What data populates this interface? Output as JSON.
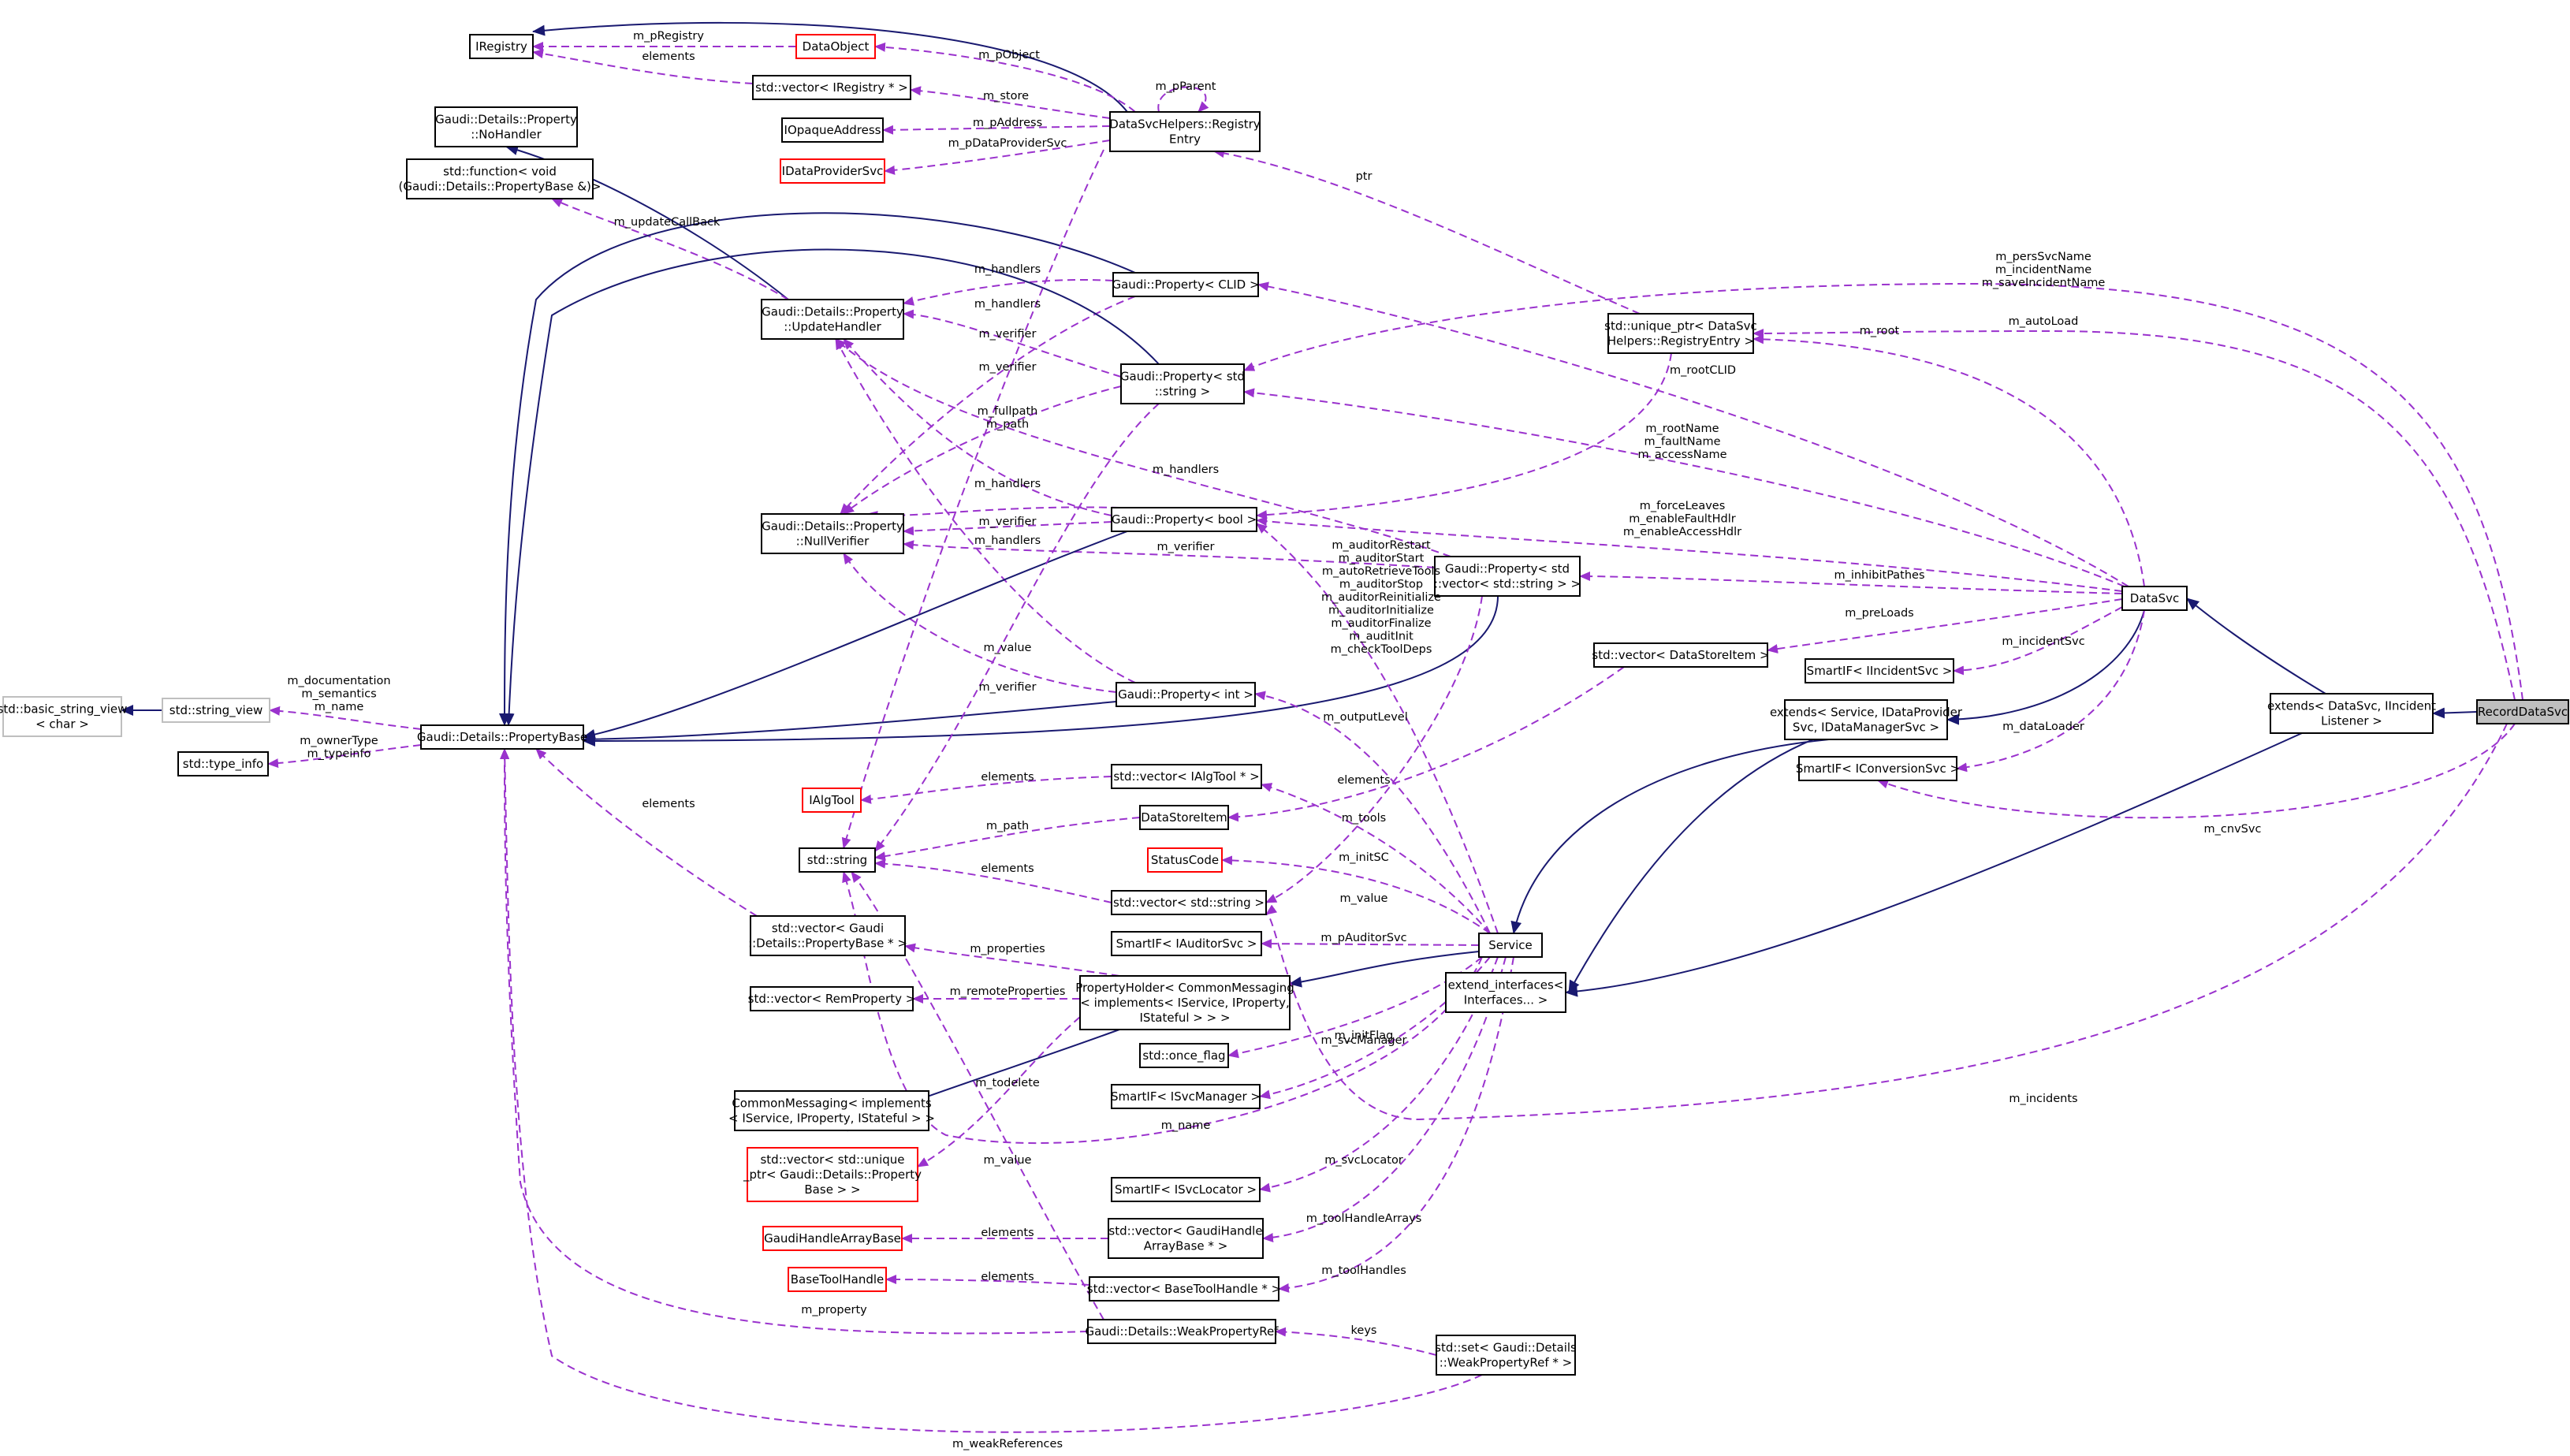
{
  "colors": {
    "inheritance": "#191970",
    "usage": "#9a32cd",
    "missing_doc": "#ff0000",
    "undocumented": "#bfbfbf",
    "selected_fill": "#bfbfbf"
  },
  "nodes": {
    "n_iregistry": [
      "IRegistry"
    ],
    "n_dataobject": [
      "DataObject"
    ],
    "n_vec_iregistry": [
      "std::vector< IRegistry * >"
    ],
    "n_iopaque": [
      "IOpaqueAddress"
    ],
    "n_idataprovider": [
      "IDataProviderSvc"
    ],
    "n_registryentry": [
      "DataSvcHelpers::Registry",
      "Entry"
    ],
    "n_nohandler": [
      "Gaudi::Details::Property",
      "::NoHandler"
    ],
    "n_function": [
      "std::function< void",
      "(Gaudi::Details::PropertyBase &)>"
    ],
    "n_updatehandler": [
      "Gaudi::Details::Property",
      "::UpdateHandler"
    ],
    "n_prop_clid": [
      "Gaudi::Property< CLID >"
    ],
    "n_prop_string": [
      "Gaudi::Property< std",
      "::string >"
    ],
    "n_unique_ptr": [
      "std::unique_ptr< DataSvc",
      "Helpers::RegistryEntry >"
    ],
    "n_nullverifier": [
      "Gaudi::Details::Property",
      "::NullVerifier"
    ],
    "n_prop_bool": [
      "Gaudi::Property< bool >"
    ],
    "n_prop_vecstring": [
      "Gaudi::Property< std",
      "::vector< std::string > >"
    ],
    "n_datasvc": [
      "DataSvc"
    ],
    "n_vec_datastoreitem": [
      "std::vector< DataStoreItem >"
    ],
    "n_smart_incident": [
      "SmartIF< IIncidentSvc >"
    ],
    "n_basic_string_view": [
      "std::basic_string_view",
      "< char >"
    ],
    "n_string_view": [
      "std::string_view"
    ],
    "n_propertybase": [
      "Gaudi::Details::PropertyBase"
    ],
    "n_prop_int": [
      "Gaudi::Property< int >"
    ],
    "n_extends_service": [
      "extends< Service, IDataProvider",
      "Svc, IDataManagerSvc >"
    ],
    "n_extends_datasvc": [
      "extends< DataSvc, IIncident",
      "Listener >"
    ],
    "n_recorddatasvc": [
      "RecordDataSvc"
    ],
    "n_type_info": [
      "std::type_info"
    ],
    "n_smart_conversion": [
      "SmartIF< IConversionSvc >"
    ],
    "n_ialgtool": [
      "IAlgTool"
    ],
    "n_vec_ialgtool": [
      "std::vector< IAlgTool * >"
    ],
    "n_datastoreitem": [
      "DataStoreItem"
    ],
    "n_string": [
      "std::string"
    ],
    "n_statuscode": [
      "StatusCode"
    ],
    "n_vec_string": [
      "std::vector< std::string >"
    ],
    "n_vec_propbase": [
      "std::vector< Gaudi",
      "::Details::PropertyBase * >"
    ],
    "n_smart_auditor": [
      "SmartIF< IAuditorSvc >"
    ],
    "n_service": [
      "Service"
    ],
    "n_extend_interfaces": [
      "extend_interfaces<",
      "Interfaces... >"
    ],
    "n_vec_remprop": [
      "std::vector< RemProperty >"
    ],
    "n_propertyholder": [
      "PropertyHolder< CommonMessaging",
      "< implements< IService, IProperty,",
      "IStateful > > >"
    ],
    "n_once_flag": [
      "std::once_flag"
    ],
    "n_commonmessaging": [
      "CommonMessaging< implements",
      "< IService, IProperty, IStateful > >"
    ],
    "n_smart_svcmanager": [
      "SmartIF< ISvcManager >"
    ],
    "n_vec_uniqueptr": [
      "std::vector< std::unique",
      "_ptr< Gaudi::Details::Property",
      "Base > >"
    ],
    "n_smart_svclocator": [
      "SmartIF< ISvcLocator >"
    ],
    "n_gaudihandlearraybase": [
      "GaudiHandleArrayBase"
    ],
    "n_vec_gaudihandle": [
      "std::vector< GaudiHandle",
      "ArrayBase * >"
    ],
    "n_basetoolhandle": [
      "BaseToolHandle"
    ],
    "n_vec_basetoolhandle": [
      "std::vector< BaseToolHandle * >"
    ],
    "n_weakpropertyref": [
      "Gaudi::Details::WeakPropertyRef"
    ],
    "n_set_weakref": [
      "std::set< Gaudi::Details",
      "::WeakPropertyRef * >"
    ]
  },
  "edge_labels": {
    "l_pregistry": [
      "m_pRegistry"
    ],
    "l_elements_iregistry": [
      "elements"
    ],
    "l_pobject": [
      "m_pObject"
    ],
    "l_pparent": [
      "m_pParent"
    ],
    "l_store": [
      "m_store"
    ],
    "l_paddress": [
      "m_pAddress"
    ],
    "l_pdataprovidersvc": [
      "m_pDataProviderSvc"
    ],
    "l_ptr": [
      "ptr"
    ],
    "l_updatecallback": [
      "m_updateCallBack"
    ],
    "l_handlers_clid": [
      "m_handlers"
    ],
    "l_handlers_string": [
      "m_handlers"
    ],
    "l_verifier_clid": [
      "m_verifier"
    ],
    "l_verifier_string": [
      "m_verifier"
    ],
    "l_fullpath": [
      "m_fullpath",
      "m_path"
    ],
    "l_handlers_vec": [
      "m_handlers"
    ],
    "l_handlers_bool": [
      "m_handlers"
    ],
    "l_verifier_bool": [
      "m_verifier"
    ],
    "l_handlers_bool2": [
      "m_handlers"
    ],
    "l_verifier_vec": [
      "m_verifier"
    ],
    "l_value_string": [
      "m_value"
    ],
    "l_verifier_int": [
      "m_verifier"
    ],
    "l_auditor": [
      "m_auditorRestart",
      "m_auditorStart",
      "m_autoRetrieveTools",
      "m_auditorStop",
      "m_auditorReinitialize",
      "m_auditorInitialize",
      "m_auditorFinalize",
      "m_auditInit",
      "m_checkToolDeps"
    ],
    "l_documentation": [
      "m_documentation",
      "m_semantics",
      "m_name"
    ],
    "l_ownertype": [
      "m_ownerType",
      "m_typeinfo"
    ],
    "l_elements_propbase": [
      "elements"
    ],
    "l_outputlevel": [
      "m_outputLevel"
    ],
    "l_elements_ialgtool": [
      "elements"
    ],
    "l_tools": [
      "m_tools"
    ],
    "l_elements_datastore": [
      "elements"
    ],
    "l_path": [
      "m_path"
    ],
    "l_elements_string": [
      "elements"
    ],
    "l_initsc": [
      "m_initSC"
    ],
    "l_value_vec": [
      "m_value"
    ],
    "l_pauditorsvc": [
      "m_pAuditorSvc"
    ],
    "l_properties": [
      "m_properties"
    ],
    "l_remoteproperties": [
      "m_remoteProperties"
    ],
    "l_initflag": [
      "m_initFlag"
    ],
    "l_svcmanager": [
      "m_svcManager"
    ],
    "l_todelete": [
      "m_todelete"
    ],
    "l_name": [
      "m_name"
    ],
    "l_value_weak": [
      "m_value"
    ],
    "l_svclocator": [
      "m_svcLocator"
    ],
    "l_toolhandlearrays": [
      "m_toolHandleArrays"
    ],
    "l_elements_gaudihandle": [
      "elements"
    ],
    "l_elements_basetool": [
      "elements"
    ],
    "l_toolhandles": [
      "m_toolHandles"
    ],
    "l_property": [
      "m_property"
    ],
    "l_keys": [
      "keys"
    ],
    "l_weakreferences": [
      "m_weakReferences"
    ],
    "l_perssvcname": [
      "m_persSvcName",
      "m_incidentName",
      "m_saveIncidentName"
    ],
    "l_autoload": [
      "m_autoLoad"
    ],
    "l_root": [
      "m_root"
    ],
    "l_rootclid": [
      "m_rootCLID"
    ],
    "l_rootname": [
      "m_rootName",
      "m_faultName",
      "m_accessName"
    ],
    "l_forceleaves": [
      "m_forceLeaves",
      "m_enableFaultHdlr",
      "m_enableAccessHdlr"
    ],
    "l_inhibitpathes": [
      "m_inhibitPathes"
    ],
    "l_preloads": [
      "m_preLoads"
    ],
    "l_incidentsvc": [
      "m_incidentSvc"
    ],
    "l_dataloader": [
      "m_dataLoader"
    ],
    "l_cnvsvc": [
      "m_cnvSvc"
    ],
    "l_incidents": [
      "m_incidents"
    ]
  }
}
